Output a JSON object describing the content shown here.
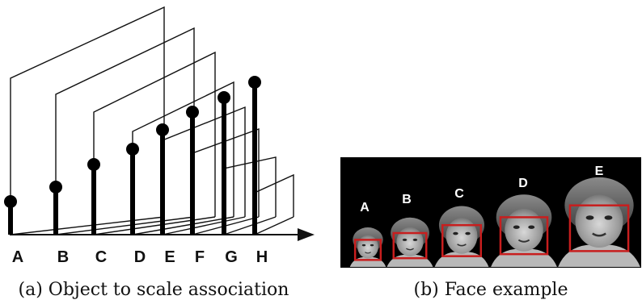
{
  "panel_a": {
    "labels": [
      "A",
      "B",
      "C",
      "D",
      "E",
      "F",
      "G",
      "H"
    ],
    "caption": "(a) Object to scale association"
  },
  "panel_b": {
    "labels": [
      "A",
      "B",
      "C",
      "D",
      "E"
    ],
    "caption": "(b) Face example",
    "box_color": "#c81e1e",
    "background": "#000000"
  }
}
